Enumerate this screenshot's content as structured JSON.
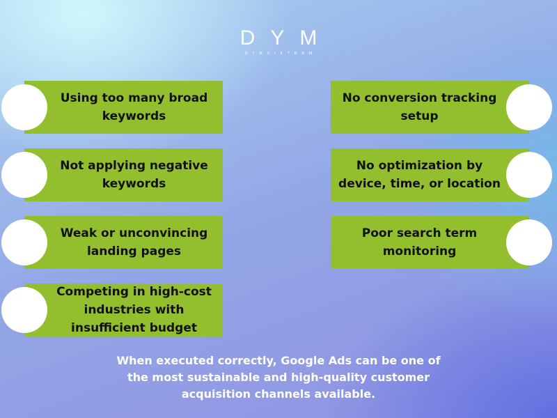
{
  "logo": {
    "main": "DYM",
    "sub": "DYMVIETNAM"
  },
  "left_items": [
    "Using too many broad keywords",
    "Not applying negative keywords",
    "Weak or unconvincing landing pages",
    "Competing in high-cost industries with insufficient budget"
  ],
  "right_items": [
    "No conversion tracking setup",
    "No optimization by device, time, or location",
    "Poor search term monitoring"
  ],
  "footer": "When executed correctly, Google Ads can be one of the most sustainable and high-quality customer acquisition channels available.",
  "colors": {
    "box": "#93be2e",
    "circle": "#ffffff",
    "text": "#111111"
  }
}
